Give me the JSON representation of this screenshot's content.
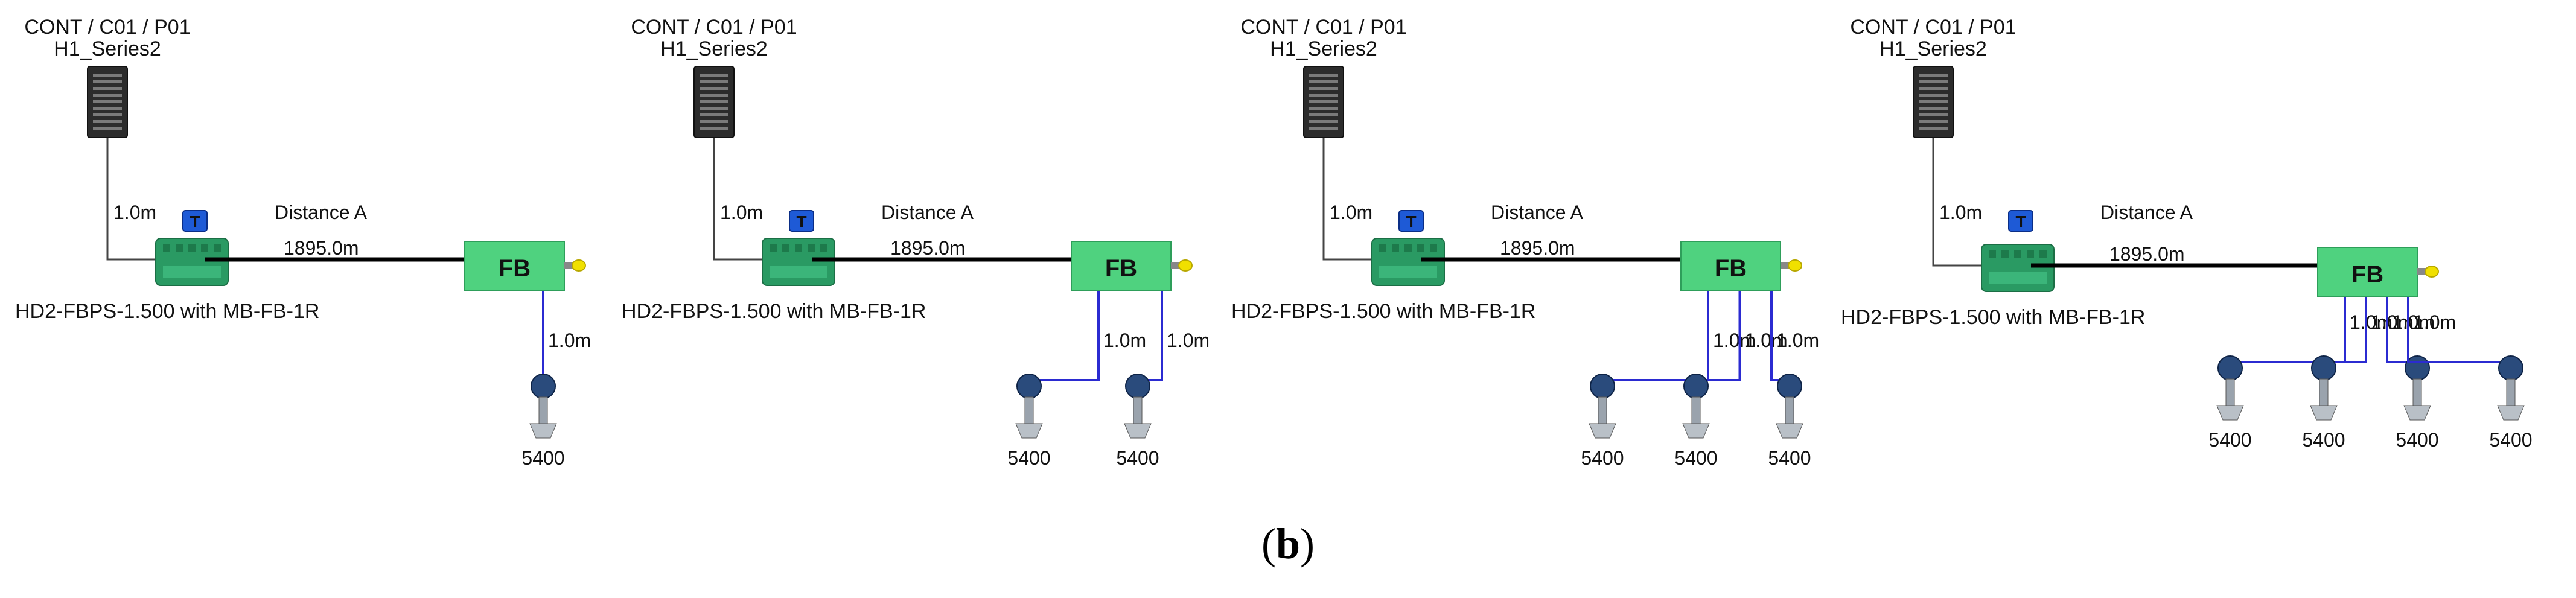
{
  "figure": {
    "label_open": "(",
    "label_letter": "b",
    "label_close": ")"
  },
  "colors": {
    "trunk_line": "#000000",
    "spur_line": "#2b2bd1",
    "connection_line": "#444444",
    "fb_box": "#4fd27f",
    "fb_box_border": "#2e9e5a",
    "fb_text": "#1f3f2a",
    "terminator_badge": "#1e5ad6",
    "power_supply": "#2a9a63",
    "controller_body": "#2c2c2c",
    "connector_tip": "#f0e000"
  },
  "icons": {
    "controller": "server-tower-icon",
    "terminator": "terminator-t-icon",
    "power_supply": "power-hub-icon",
    "field_barrier": "fieldbus-barrier-icon",
    "transmitter": "radar-level-transmitter-icon",
    "connector": "yellow-connector-icon"
  },
  "segments": [
    {
      "controller_path": "CONT / C01 / P01",
      "controller_series": "H1_Series2",
      "controller_cable": "1.0m",
      "terminator_label": "T",
      "distance_label": "Distance A",
      "trunk_length": "1895.0m",
      "power_supply_label": "HD2-FBPS-1.500 with MB-FB-1R",
      "fb_label": "FB",
      "devices": [
        {
          "spur_length": "1.0m",
          "device_label": "5400"
        }
      ]
    },
    {
      "controller_path": "CONT / C01 / P01",
      "controller_series": "H1_Series2",
      "controller_cable": "1.0m",
      "terminator_label": "T",
      "distance_label": "Distance A",
      "trunk_length": "1895.0m",
      "power_supply_label": "HD2-FBPS-1.500 with MB-FB-1R",
      "fb_label": "FB",
      "devices": [
        {
          "spur_length": "1.0m",
          "device_label": "5400"
        },
        {
          "spur_length": "1.0m",
          "device_label": "5400"
        }
      ]
    },
    {
      "controller_path": "CONT / C01 / P01",
      "controller_series": "H1_Series2",
      "controller_cable": "1.0m",
      "terminator_label": "T",
      "distance_label": "Distance A",
      "trunk_length": "1895.0m",
      "power_supply_label": "HD2-FBPS-1.500 with MB-FB-1R",
      "fb_label": "FB",
      "devices": [
        {
          "spur_length": "1.0m",
          "device_label": "5400"
        },
        {
          "spur_length": "1.0m",
          "device_label": "5400"
        },
        {
          "spur_length": "1.0m",
          "device_label": "5400"
        }
      ]
    },
    {
      "controller_path": "CONT / C01 / P01",
      "controller_series": "H1_Series2",
      "controller_cable": "1.0m",
      "terminator_label": "T",
      "distance_label": "Distance A",
      "trunk_length": "1895.0m",
      "power_supply_label": "HD2-FBPS-1.500 with MB-FB-1R",
      "fb_label": "FB",
      "devices": [
        {
          "spur_length": "1.0m",
          "device_label": "5400"
        },
        {
          "spur_length": "1.0m",
          "device_label": "5400"
        },
        {
          "spur_length": "1.0m",
          "device_label": "5400"
        },
        {
          "spur_length": "1.0m",
          "device_label": "5400"
        }
      ]
    }
  ]
}
